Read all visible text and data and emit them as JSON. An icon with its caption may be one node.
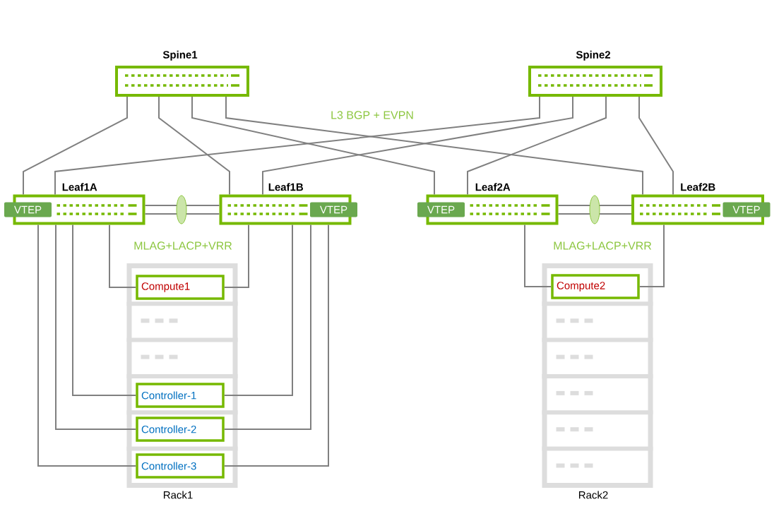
{
  "diagram": {
    "nodes": [
      {
        "text": [
          "Spine1"
        ]
      },
      {
        "text": [
          "Spine2"
        ]
      },
      {
        "text": [
          "Leaf1A",
          "VTEP"
        ]
      },
      {
        "text": [
          "Leaf1B",
          "VTEP"
        ]
      },
      {
        "text": [
          "Leaf2A",
          "VTEP"
        ]
      },
      {
        "text": [
          "Leaf2B",
          "VTEP"
        ]
      },
      {
        "text": [
          "Rack1"
        ]
      },
      {
        "text": [
          "Compute1"
        ],
        "in": 6
      },
      {
        "text": [
          "Controller-1"
        ],
        "in": 6
      },
      {
        "text": [
          "Controller-2"
        ],
        "in": 6
      },
      {
        "text": [
          "Controller-3"
        ],
        "in": 6
      },
      {
        "text": [
          "Rack2"
        ]
      },
      {
        "text": [
          "Compute2"
        ],
        "in": 11
      }
    ],
    "edges": [
      {
        "from": 0,
        "to": 2,
        "arrow": "none"
      },
      {
        "from": 0,
        "to": 3,
        "arrow": "none"
      },
      {
        "from": 0,
        "to": 4,
        "arrow": "none"
      },
      {
        "from": 0,
        "to": 5,
        "arrow": "none"
      },
      {
        "from": 1,
        "to": 2,
        "arrow": "none"
      },
      {
        "from": 1,
        "to": 3,
        "arrow": "none"
      },
      {
        "from": 1,
        "to": 4,
        "arrow": "none"
      },
      {
        "from": 1,
        "to": 5,
        "arrow": "none"
      },
      {
        "from": 2,
        "to": 3,
        "arrow": "none"
      },
      {
        "from": 2,
        "to": 3,
        "arrow": "none"
      },
      {
        "from": 4,
        "to": 5,
        "arrow": "none"
      },
      {
        "from": 4,
        "to": 5,
        "arrow": "none"
      },
      {
        "from": 2,
        "to": 7,
        "arrow": "none"
      },
      {
        "from": 3,
        "to": 7,
        "arrow": "none"
      },
      {
        "from": 2,
        "to": 8,
        "arrow": "none"
      },
      {
        "from": 3,
        "to": 8,
        "arrow": "none"
      },
      {
        "from": 2,
        "to": 9,
        "arrow": "none"
      },
      {
        "from": 3,
        "to": 9,
        "arrow": "none"
      },
      {
        "from": 2,
        "to": 10,
        "arrow": "none"
      },
      {
        "from": 3,
        "to": 10,
        "arrow": "none"
      },
      {
        "from": 4,
        "to": 12,
        "arrow": "none"
      },
      {
        "from": 5,
        "to": 12,
        "arrow": "none"
      }
    ],
    "labels": [
      "L3 BGP + EVPN",
      "MLAG+LACP+VRR",
      "MLAG+LACP+VRR"
    ]
  }
}
